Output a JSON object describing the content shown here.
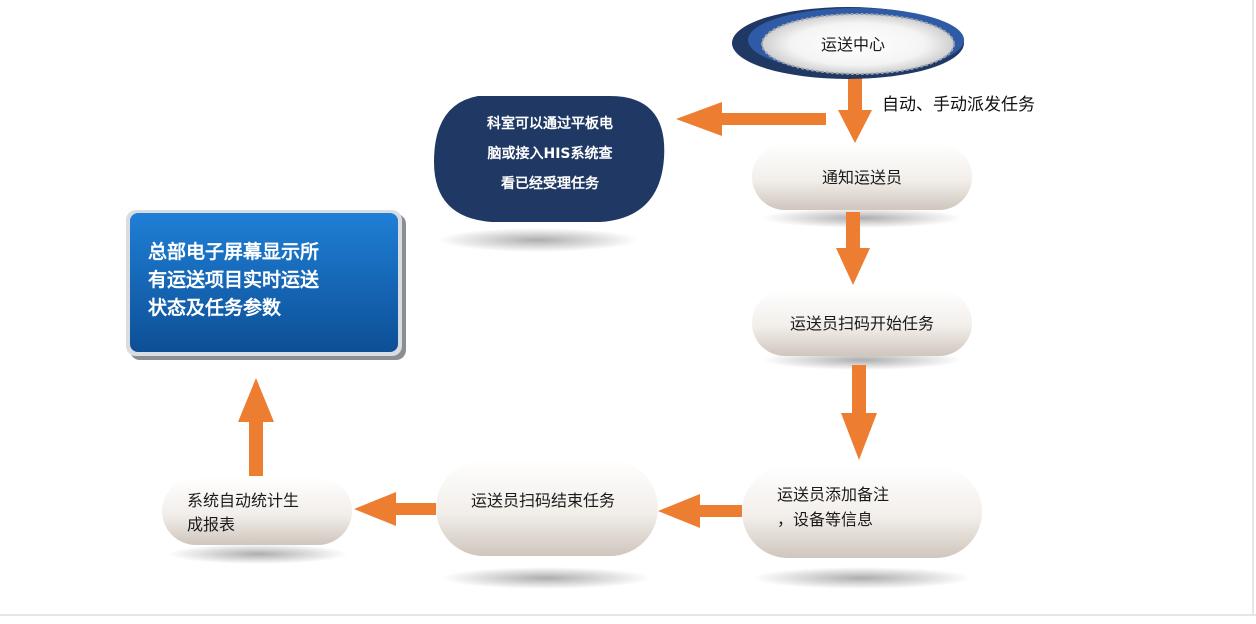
{
  "nodes": {
    "center": {
      "label": "运送中心"
    },
    "dispatch_label": "自动、手动派发任务",
    "notify": {
      "label": "通知运送员"
    },
    "scan_start": {
      "label": "运送员扫码开始任务"
    },
    "add_note": {
      "line1": "运送员添加备注",
      "line2": "，设备等信息"
    },
    "scan_end": {
      "label": "运送员扫码结束任务"
    },
    "report": {
      "line1": "系统自动统计生",
      "line2": "成报表"
    },
    "dept": {
      "line1": "科室可以通过平板电",
      "line2": "脑或接入HIS系统查",
      "line3": "看已经受理任务"
    },
    "hq": {
      "line1": "总部电子屏幕显示所",
      "line2": "有运送项目实时运送",
      "line3": "状态及任务参数"
    }
  },
  "colors": {
    "arrow": "#ed7d31",
    "navy": "#1f3864",
    "blue": "#1565b4",
    "pill_light": "#ffffff",
    "pill_dark": "#d6cec6"
  }
}
